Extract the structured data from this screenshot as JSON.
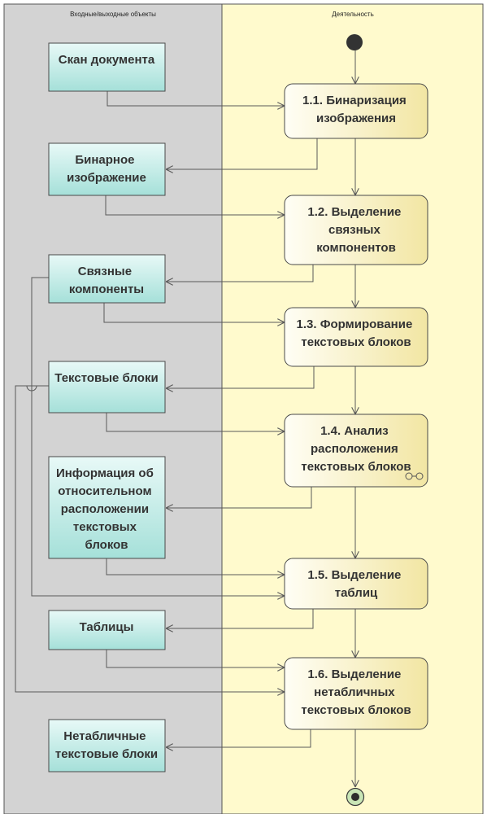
{
  "lanes": {
    "objects": "Входные/выходные объекты",
    "activity": "Деятельность"
  },
  "objects": {
    "scan": [
      "Скан документа"
    ],
    "binary": [
      "Бинарное",
      "изображение"
    ],
    "components": [
      "Связные",
      "компоненты"
    ],
    "blocks": [
      "Текстовые блоки"
    ],
    "layout_info": [
      "Информация об",
      "относительном",
      "расположении",
      "текстовых",
      "блоков"
    ],
    "tables": [
      "Таблицы"
    ],
    "nontable": [
      "Нетабличные",
      "текстовые блоки"
    ]
  },
  "actions": {
    "a1": [
      "1.1. Бинаризация",
      "изображения"
    ],
    "a2": [
      "1.2. Выделение",
      "связных",
      "компонентов"
    ],
    "a3": [
      "1.3. Формирование",
      "текстовых блоков"
    ],
    "a4": [
      "1.4. Анализ",
      "расположения",
      "текстовых блоков"
    ],
    "a5": [
      "1.5. Выделение",
      "таблиц"
    ],
    "a6": [
      "1.6. Выделение",
      "нетабличных",
      "текстовых блоков"
    ]
  },
  "colors": {
    "objects_lane": "#d3d3d3",
    "activity_lane": "#fffacd",
    "object_fill_top": "#e8f9f7",
    "object_fill_bottom": "#a5e0d9",
    "action_fill_left": "#fffef5",
    "action_fill_right": "#f2e6a3",
    "edge": "#595959"
  }
}
